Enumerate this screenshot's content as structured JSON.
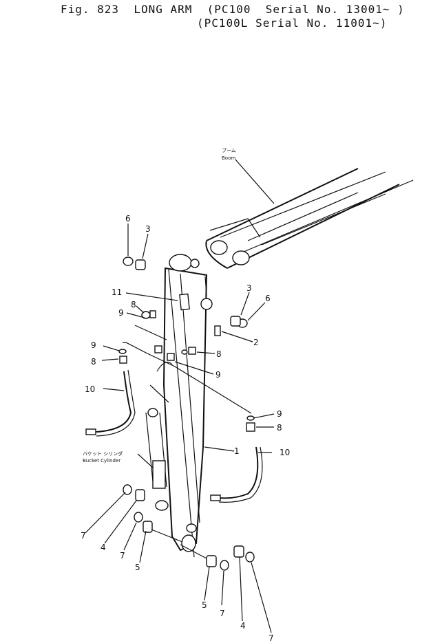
{
  "header": {
    "line1": "Fig. 823  LONG ARM  (PC100  Serial No. 13001~ )",
    "line2": "(PC100L Serial No. 11001~)"
  },
  "labels": {
    "boom_jp": "ブーム",
    "boom_en": "Boom",
    "bucket_cylinder_jp": "バケット シリンダ",
    "bucket_cylinder_en": "Bucket Cylinder"
  },
  "callouts": {
    "c1": "1",
    "c2": "2",
    "c3a": "3",
    "c3b": "3",
    "c4a": "4",
    "c4b": "4",
    "c5a": "5",
    "c5b": "5",
    "c6a": "6",
    "c6b": "6",
    "c7a": "7",
    "c7b": "7",
    "c7c": "7",
    "c7d": "7",
    "c8a": "8",
    "c8b": "8",
    "c8c": "8",
    "c8d": "8",
    "c9a": "9",
    "c9b": "9",
    "c9c": "9",
    "c9d": "9",
    "c10a": "10",
    "c10b": "10",
    "c11": "11"
  }
}
